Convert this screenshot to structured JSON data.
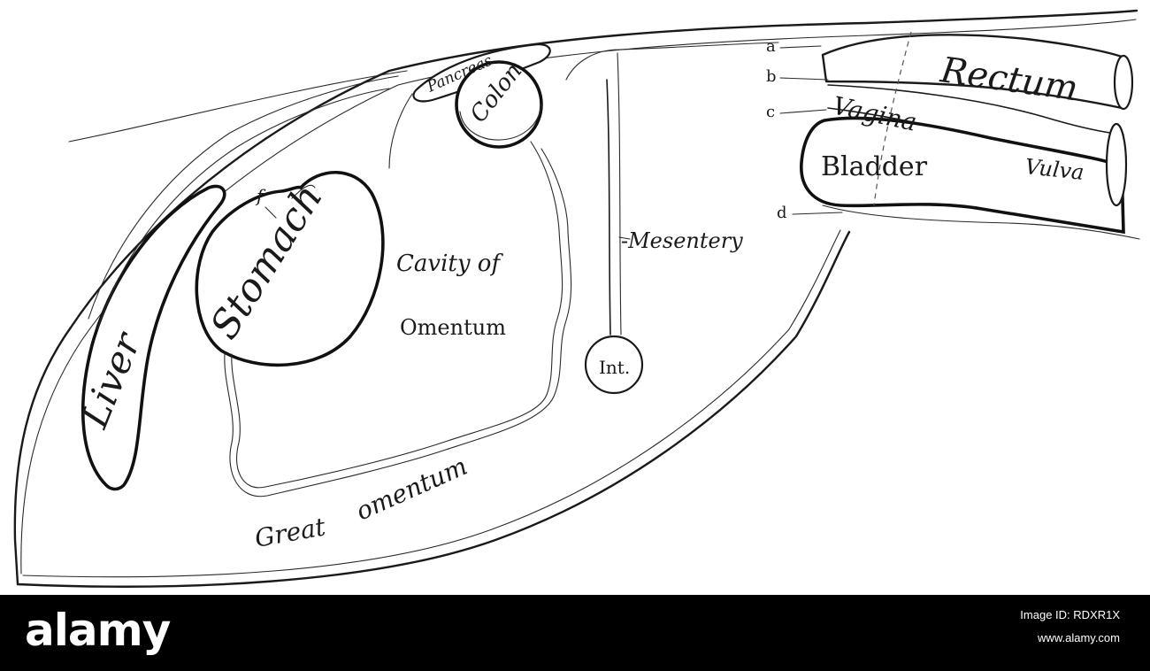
{
  "diagram": {
    "labels": {
      "rectum": "Rectum",
      "vagina": "Vagina",
      "bladder": "Bladder",
      "vulva": "Vulva",
      "liver": "Liver",
      "stomach": "Stomach",
      "pancreas": "Pancreas",
      "colon": "Colon",
      "mesentery": "-Mesentery",
      "cavity_line1": "Cavity of",
      "cavity_line2": "Omentum",
      "intestine": "Int.",
      "great_omentum_1": "Great",
      "great_omentum_2": "omentum",
      "letter_a": "a",
      "letter_b": "b",
      "letter_c": "c",
      "letter_d": "d",
      "letter_f": "f"
    }
  },
  "watermark": {
    "logo": "alamy",
    "image_id": "Image ID: RDXR1X",
    "url": "www.alamy.com"
  },
  "colors": {
    "background": "#ffffff",
    "ink": "#1a1a1a",
    "bar": "#000000",
    "bar_text": "#ffffff"
  }
}
